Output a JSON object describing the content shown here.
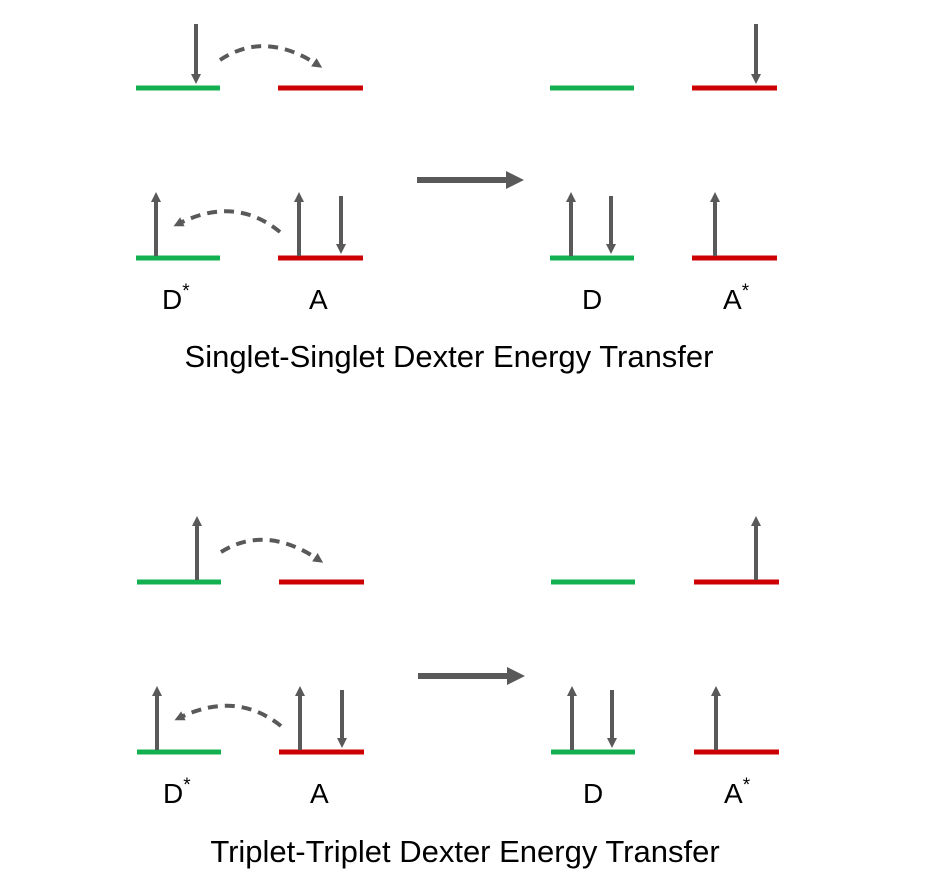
{
  "colors": {
    "donor_level": "#12b050",
    "acceptor_level": "#cc0000",
    "arrow": "#595959"
  },
  "panels": [
    {
      "title": "Singlet-Singlet Dexter Energy Transfer",
      "initial": {
        "donor_label": "D",
        "donor_sup": "*",
        "acceptor_label": "A",
        "acceptor_sup": ""
      },
      "final": {
        "donor_label": "D",
        "donor_sup": "",
        "acceptor_label": "A",
        "acceptor_sup": "*"
      }
    },
    {
      "title": "Triplet-Triplet Dexter Energy Transfer",
      "initial": {
        "donor_label": "D",
        "donor_sup": "*",
        "acceptor_label": "A",
        "acceptor_sup": ""
      },
      "final": {
        "donor_label": "D",
        "donor_sup": "",
        "acceptor_label": "A",
        "acceptor_sup": "*"
      }
    }
  ]
}
